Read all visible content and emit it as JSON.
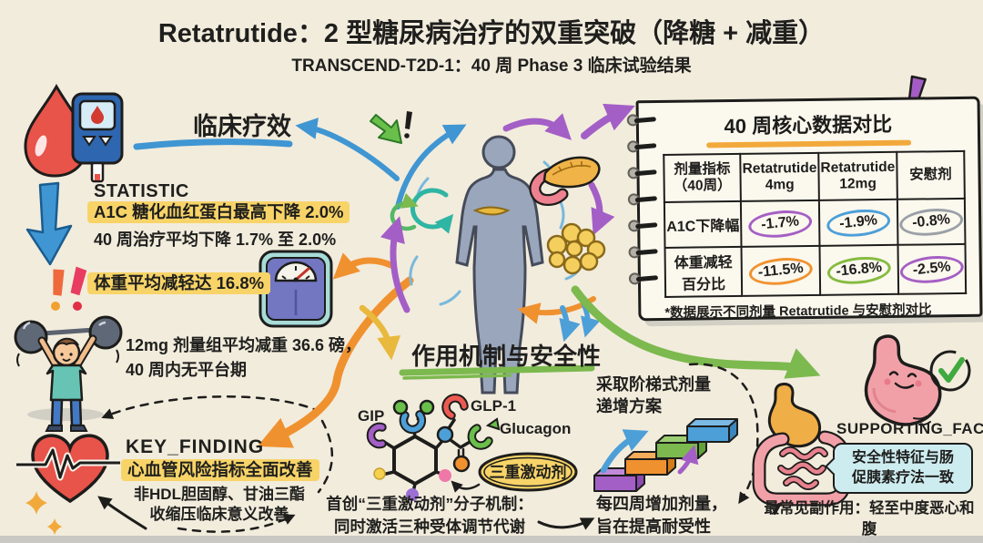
{
  "header": {
    "title": "Retatrutide：2 型糖尿病治疗的双重突破（降糖 + 减重）",
    "subtitle": "TRANSCEND-T2D-1：40 周 Phase 3 临床试验结果"
  },
  "clinical_efficacy": {
    "heading": "临床疗效",
    "statistic_label": "STATISTIC",
    "a1c_highlight": "A1C 糖化血红蛋白最高下降 2.0%",
    "a1c_detail": "40 周治疗平均下降 1.7% 至 2.0%",
    "weight_highlight": "体重平均减轻达 16.8%",
    "weight_detail": "12mg 剂量组平均减重 36.6 磅，\n40 周内无平台期"
  },
  "key_finding": {
    "label": "KEY_FINDING",
    "highlight": "心血管风险指标全面改善",
    "detail": "非HDL胆固醇、甘油三酯\n收缩压临床意义改善"
  },
  "data_table": {
    "title": "40 周核心数据对比",
    "columns": [
      "剂量指标\n（40周）",
      "Retatrutide\n4mg",
      "Retatrutide\n12mg",
      "安慰剂"
    ],
    "rows": [
      {
        "metric": "A1C下降幅",
        "values": [
          "-1.7%",
          "-1.9%",
          "-0.8%"
        ],
        "ring_colors": [
          "#a55fc4",
          "#4d9fd8",
          "#9aa0a6"
        ]
      },
      {
        "metric": "体重减轻\n百分比",
        "values": [
          "-11.5%",
          "-16.8%",
          "-2.5%"
        ],
        "ring_colors": [
          "#f0922f",
          "#85bb40",
          "#a55fc4"
        ]
      }
    ],
    "footnote": "*数据展示不同剂量 Retatrutide 与安慰剂对比"
  },
  "mechanism": {
    "heading": "作用机制与安全性",
    "receptor_labels": {
      "gip": "GIP",
      "glp1": "GLP-1",
      "glucagon": "Glucagon"
    },
    "badge": "三重激动剂",
    "detail": "首创“三重激动剂”分子机制：\n同时激活三种受体调节代谢"
  },
  "titration": {
    "plan": "采取阶梯式剂量\n递增方案",
    "detail": "每四周增加剂量，\n旨在提高耐受性"
  },
  "supporting_fact": {
    "label": "SUPPORTING_FACT",
    "bubble": "安全性特征与肠\n促胰素疗法一致",
    "side_effects": "最常见副作用：轻至中度恶心和腹\n泻（主要在剂量上调期间）"
  },
  "colors": {
    "background": "#f2ecdd",
    "highlight_yellow": "#f8d468",
    "blue": "#3f96d2",
    "teal": "#2fb5a3",
    "green": "#7cb94e",
    "purple": "#a35fc6",
    "orange": "#f0912f",
    "red": "#e8534a",
    "ink": "#1d1d1b"
  }
}
